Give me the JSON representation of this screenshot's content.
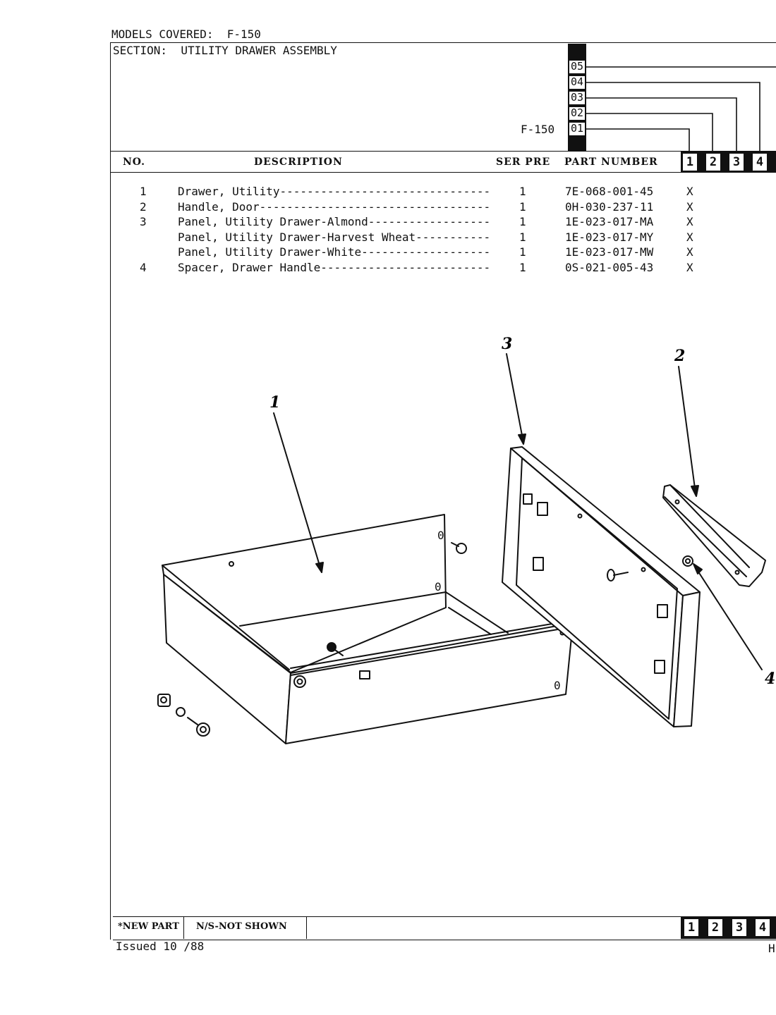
{
  "header": {
    "models_covered": "MODELS COVERED:  F-150",
    "section": "SECTION:  UTILITY DRAWER ASSEMBLY",
    "model_label": "F-150",
    "series_codes": [
      "05",
      "04",
      "03",
      "02",
      "01"
    ],
    "columns": [
      "1",
      "2",
      "3",
      "4"
    ]
  },
  "table": {
    "headers": {
      "no": "NO.",
      "description": "DESCRIPTION",
      "ser_pre": "SER PRE",
      "part_number": "PART NUMBER"
    },
    "rows": [
      {
        "no": "1",
        "description": "Drawer, Utility-------------------------------",
        "qty": "1",
        "part_number": "7E-068-001-45",
        "mark": "X"
      },
      {
        "no": "2",
        "description": "Handle, Door----------------------------------",
        "qty": "1",
        "part_number": "0H-030-237-11",
        "mark": "X"
      },
      {
        "no": "3",
        "description": "Panel, Utility Drawer-Almond------------------",
        "qty": "1",
        "part_number": "1E-023-017-MA",
        "mark": "X"
      },
      {
        "no": "",
        "description": "Panel, Utility Drawer-Harvest Wheat-----------",
        "qty": "1",
        "part_number": "1E-023-017-MY",
        "mark": "X"
      },
      {
        "no": "",
        "description": "Panel, Utility Drawer-White-------------------",
        "qty": "1",
        "part_number": "1E-023-017-MW",
        "mark": "X"
      },
      {
        "no": "4",
        "description": "Spacer, Drawer Handle-------------------------",
        "qty": "1",
        "part_number": "0S-021-005-43",
        "mark": "X"
      }
    ]
  },
  "diagram": {
    "callouts": [
      "1",
      "3",
      "2",
      "4"
    ]
  },
  "footer": {
    "new_part": "*NEW PART",
    "not_shown": "N/S-NOT SHOWN",
    "issued": "Issued 10 /88",
    "page_mark": "H",
    "columns": [
      "1",
      "2",
      "3",
      "4"
    ]
  }
}
